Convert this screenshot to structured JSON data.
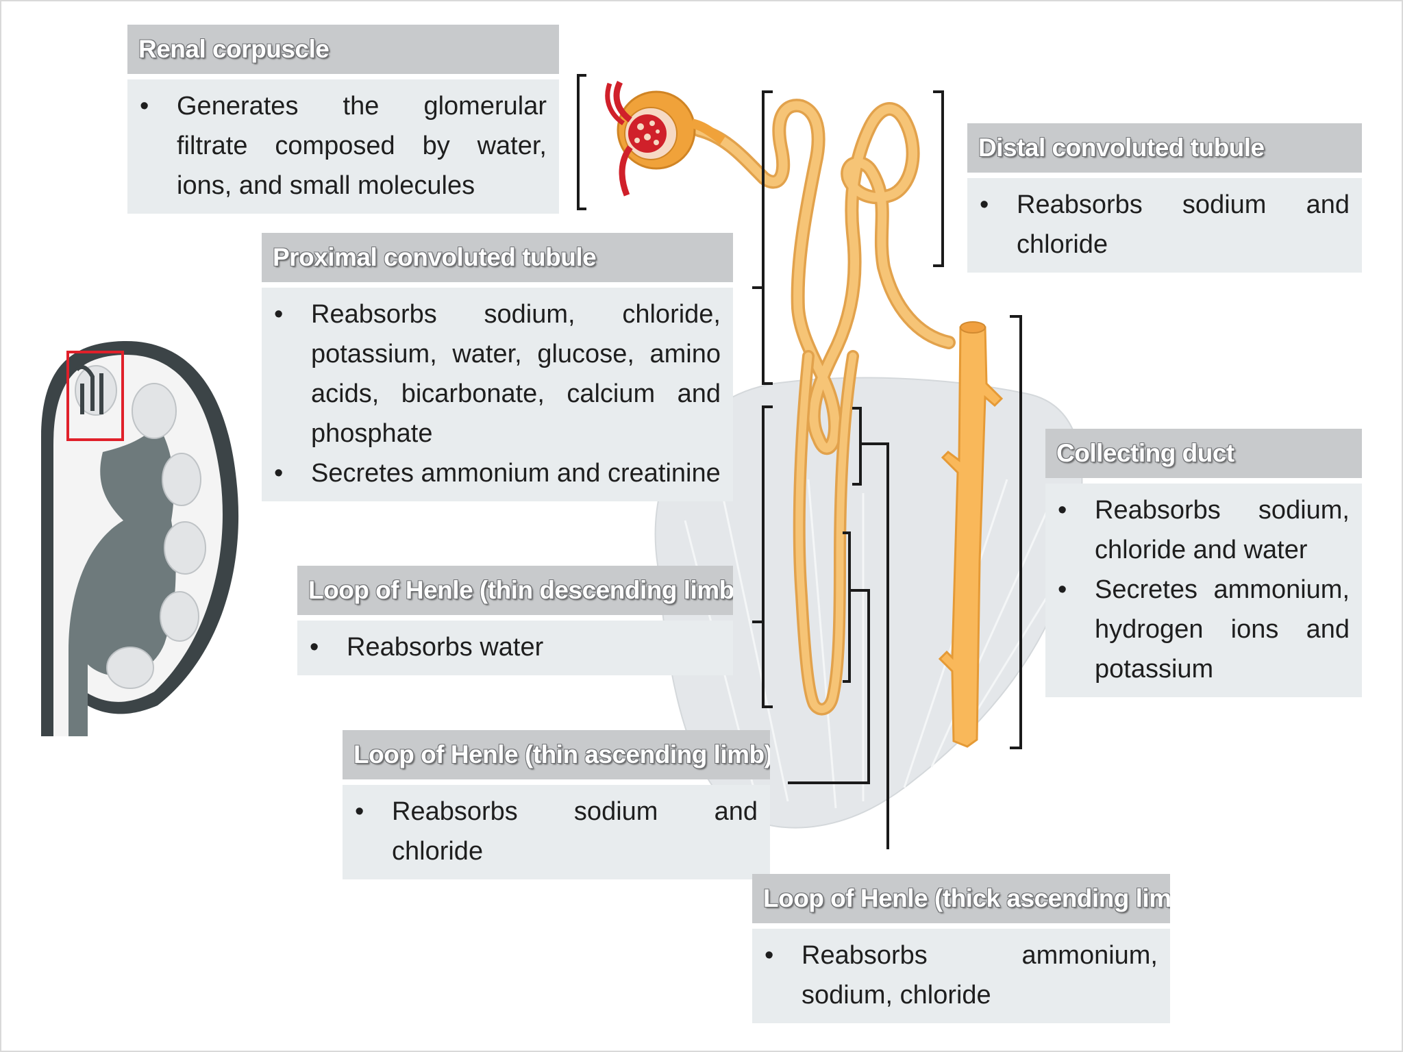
{
  "colors": {
    "tubule": "#f6c476",
    "tubule_edge": "#e2a24c",
    "duct": "#f9b85a",
    "capsule": "#f0a23a",
    "glomerulus": "#d0202a",
    "medulla": "#e4e7ea",
    "kidney_dark": "#3c4447",
    "kidney_mid": "#6e7a7c",
    "highlight": "#e0202a",
    "title_bg": "#c8cacc",
    "body_bg": "#e8ecee"
  },
  "icons": {
    "kidney": "kidney-cross-section-icon",
    "nephron": "nephron-icon",
    "glomerulus": "glomerulus-icon",
    "collecting_duct": "collecting-duct-icon"
  },
  "segments": {
    "renal_corpuscle": {
      "title": "Renal corpuscle",
      "items": [
        "Generates the glomerular filtrate composed by water, ions, and small molecules"
      ]
    },
    "proximal_tubule": {
      "title": "Proximal convoluted tubule",
      "items": [
        "Reabsorbs sodium, chloride, potassium, water, glucose, amino acids, bicarbonate, calcium and phosphate",
        "Secretes ammonium and creatinine"
      ]
    },
    "distal_tubule": {
      "title": "Distal convoluted tubule",
      "items": [
        "Reabsorbs sodium and chloride"
      ]
    },
    "thin_descending": {
      "title": "Loop of Henle (thin descending limb)",
      "items": [
        "Reabsorbs water"
      ]
    },
    "thin_ascending": {
      "title": "Loop of Henle (thin  ascending limb)",
      "items": [
        "Reabsorbs sodium and chloride"
      ]
    },
    "thick_ascending": {
      "title": "Loop of Henle (thick ascending limb)",
      "items": [
        "Reabsorbs ammonium, sodium, chloride"
      ]
    },
    "collecting_duct": {
      "title": "Collecting duct",
      "items": [
        "Reabsorbs sodium, chloride and water",
        "Secretes ammonium, hydrogen ions and potassium"
      ]
    }
  }
}
